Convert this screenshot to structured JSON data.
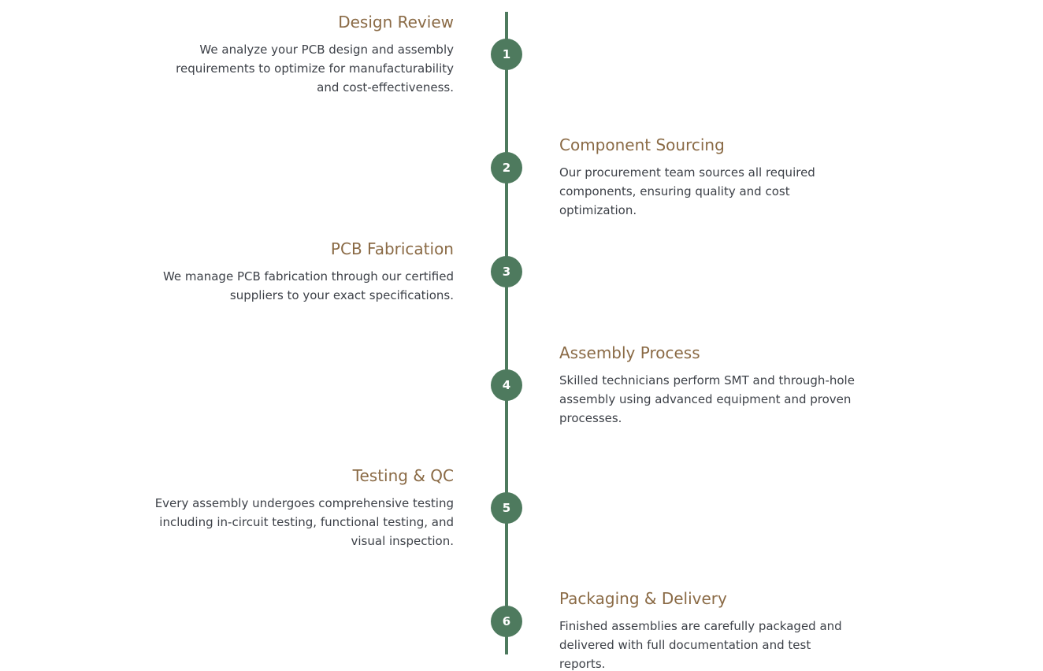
{
  "colors": {
    "accent": "#4e7a5e",
    "heading": "#8a6a45",
    "text": "#3d4148"
  },
  "steps": [
    {
      "number": "1",
      "title": "Design Review",
      "description": "We analyze your PCB design and assembly requirements to optimize for manufacturability and cost-effectiveness."
    },
    {
      "number": "2",
      "title": "Component Sourcing",
      "description": "Our procurement team sources all required components, ensuring quality and cost optimization."
    },
    {
      "number": "3",
      "title": "PCB Fabrication",
      "description": "We manage PCB fabrication through our certified suppliers to your exact specifications."
    },
    {
      "number": "4",
      "title": "Assembly Process",
      "description": "Skilled technicians perform SMT and through-hole assembly using advanced equipment and proven processes."
    },
    {
      "number": "5",
      "title": "Testing & QC",
      "description": "Every assembly undergoes comprehensive testing including in-circuit testing, functional testing, and visual inspection."
    },
    {
      "number": "6",
      "title": "Packaging & Delivery",
      "description": "Finished assemblies are carefully packaged and delivered with full documentation and test reports."
    }
  ]
}
